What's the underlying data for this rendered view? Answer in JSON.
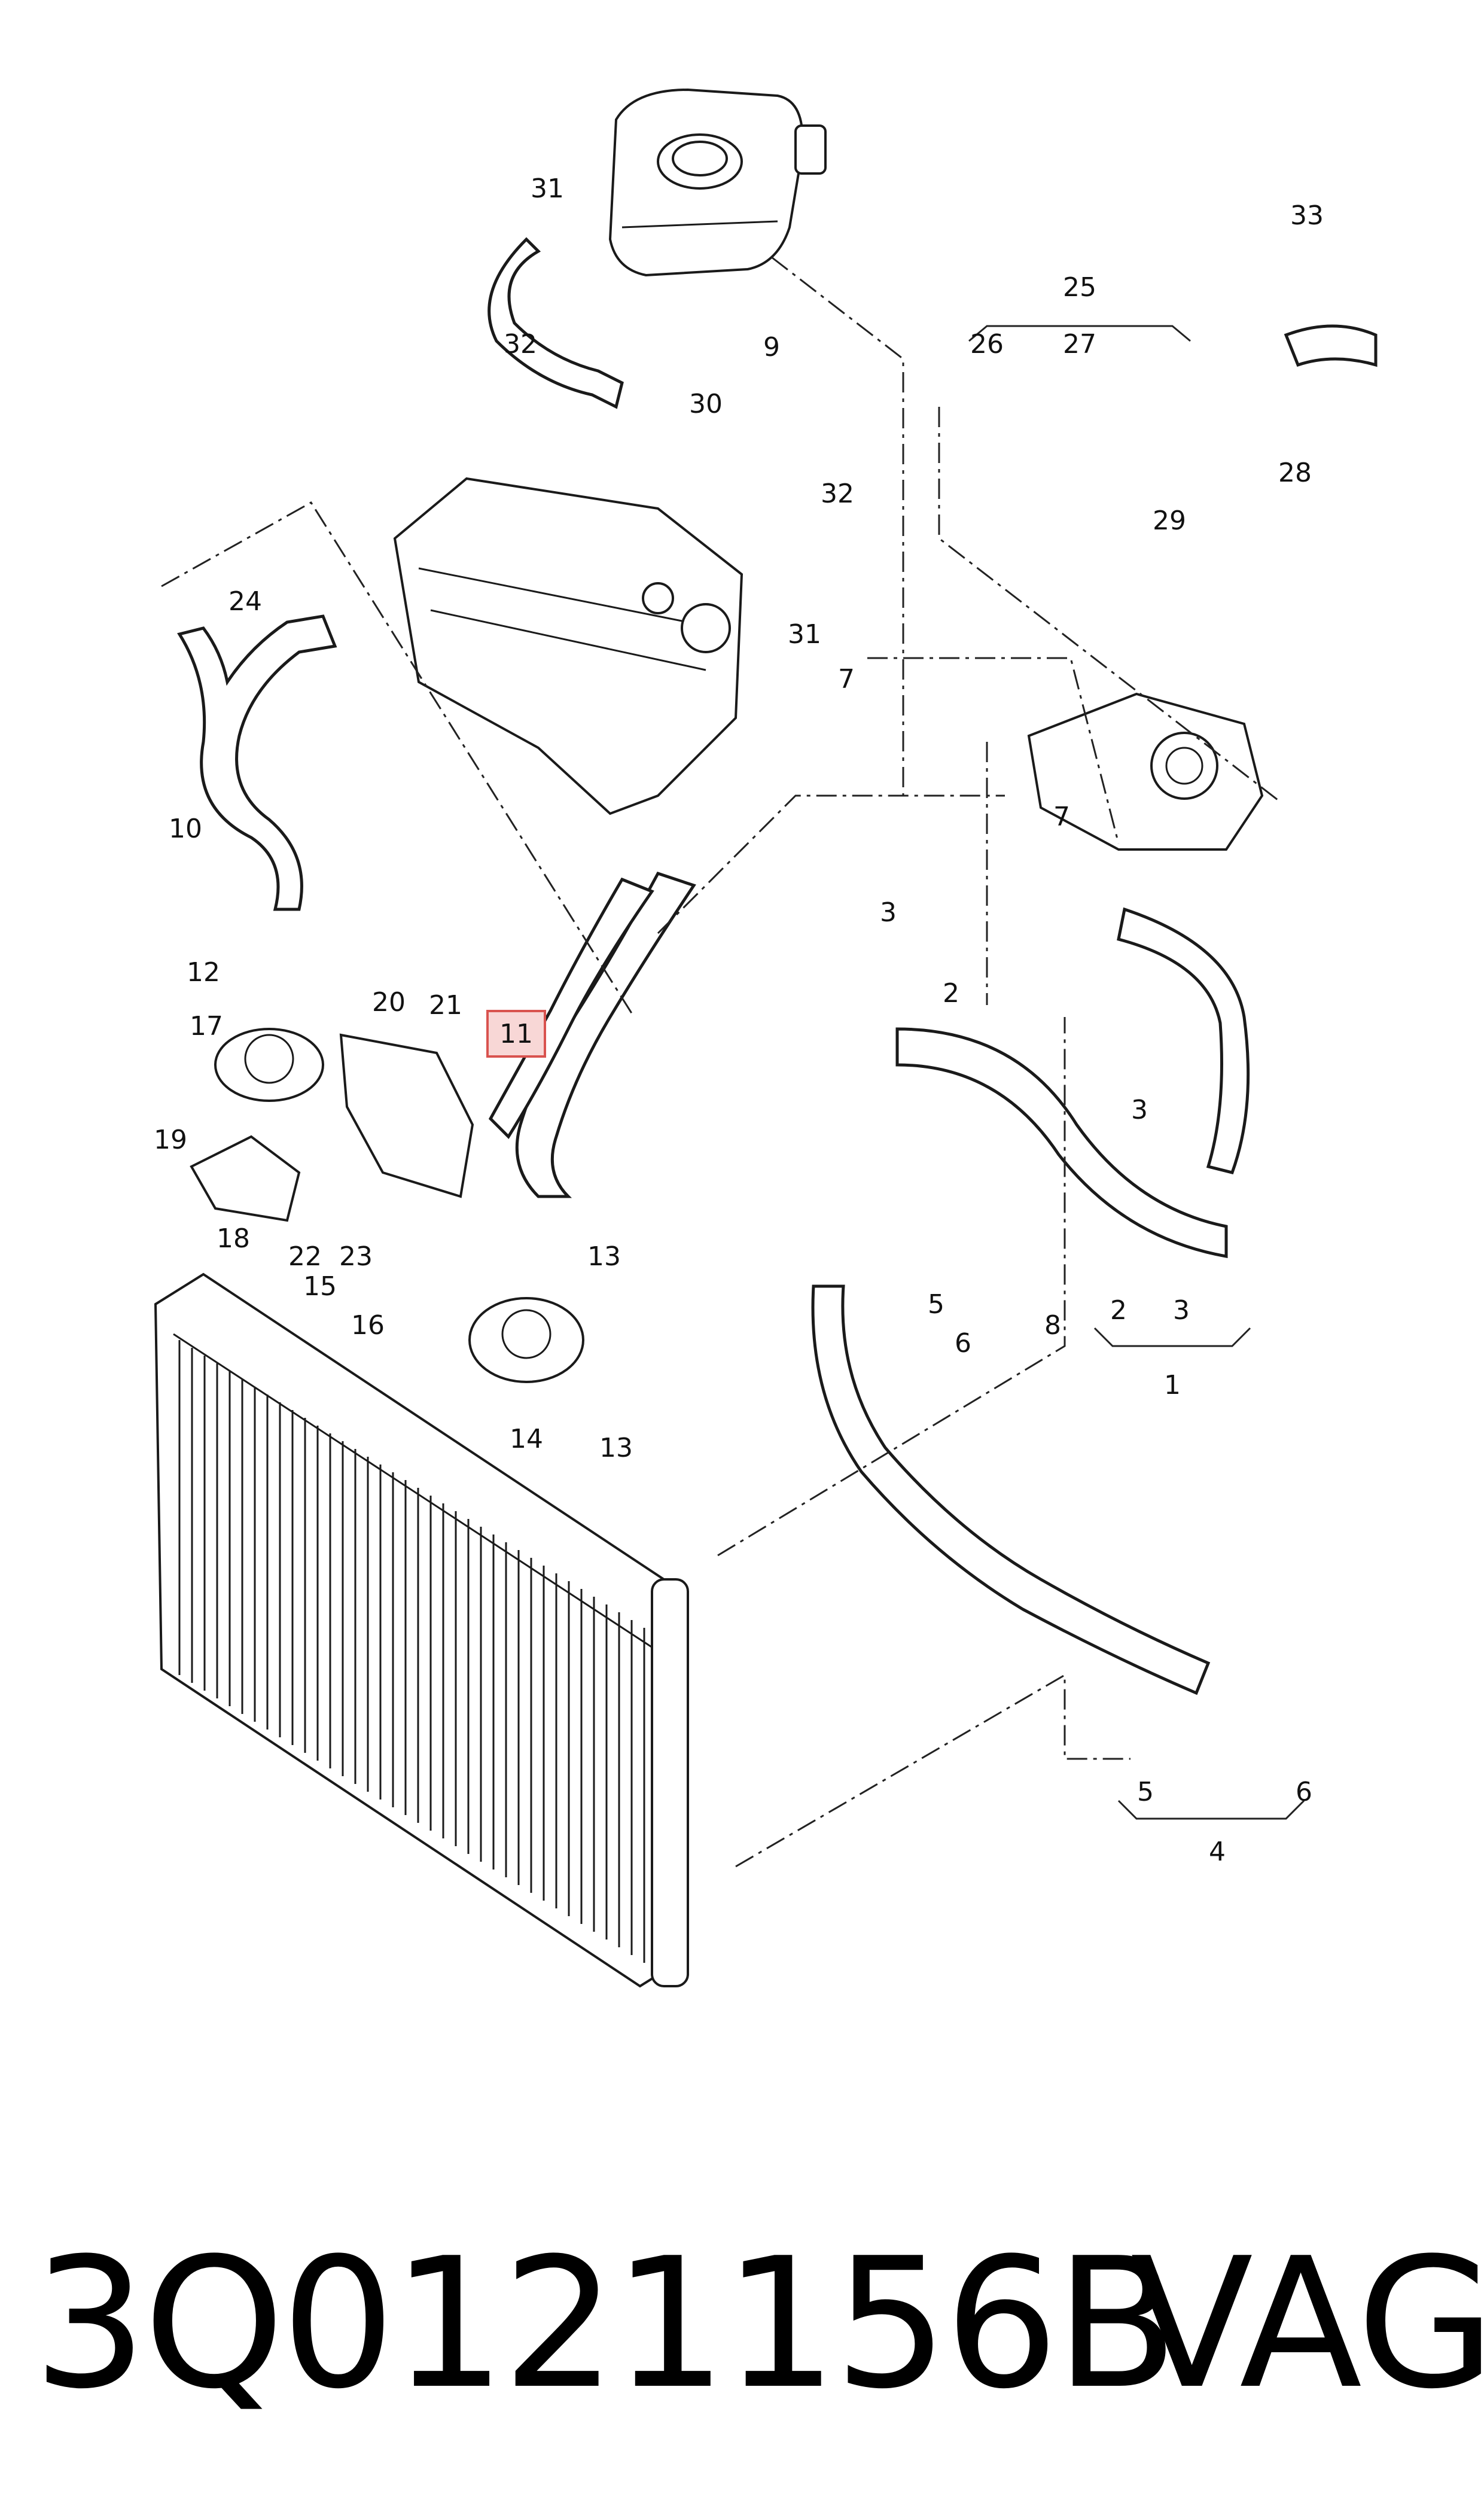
{
  "diagram": {
    "callouts": [
      "1",
      "2",
      "2",
      "3",
      "3",
      "3",
      "4",
      "5",
      "5",
      "6",
      "6",
      "7",
      "7",
      "8",
      "9",
      "10",
      "11",
      "12",
      "13",
      "13",
      "14",
      "15",
      "16",
      "17",
      "18",
      "19",
      "20",
      "21",
      "22",
      "23",
      "24",
      "25",
      "26",
      "27",
      "28",
      "29",
      "30",
      "31",
      "31",
      "32",
      "32",
      "33"
    ],
    "highlighted_callout": "11",
    "highlight_color": "#d9534f"
  },
  "footer": {
    "part_number": "3Q0121156B",
    "brand": "VAG"
  }
}
